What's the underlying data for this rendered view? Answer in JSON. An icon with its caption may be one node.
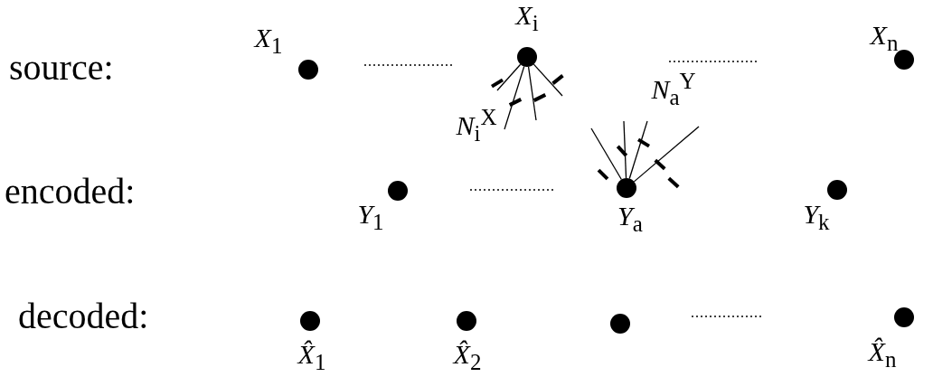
{
  "diagram": {
    "nodes": [
      {
        "text": [],
        "shape": "circle",
        "beside": [
          "*X*$_{1}$"
        ]
      },
      {
        "text": [],
        "shape": "circle",
        "beside": [
          "*X*$_{i}$"
        ]
      },
      {
        "text": [],
        "shape": "circle",
        "beside": [
          "*X*$_{n}$"
        ]
      },
      {
        "text": [],
        "shape": "circle",
        "beside": [
          "*Y*$_{1}$"
        ]
      },
      {
        "text": [],
        "shape": "circle",
        "beside": [
          "*Y*$_{a}$"
        ]
      },
      {
        "text": [],
        "shape": "circle",
        "beside": [
          "*Y*$_{k}$"
        ]
      },
      {
        "text": [],
        "shape": "circle",
        "beside": [
          "*X̂*$_{1}$"
        ]
      },
      {
        "text": [],
        "shape": "circle",
        "beside": [
          "*X̂*$_{2}$"
        ]
      },
      {
        "text": [],
        "shape": "circle"
      },
      {
        "text": [],
        "shape": "circle",
        "beside": [
          "*X̂*$_{n}$"
        ]
      }
    ],
    "edges": [
      {
        "from": 1,
        "to": null,
        "arrow": "none"
      },
      {
        "from": 1,
        "to": null,
        "arrow": "none"
      },
      {
        "from": 1,
        "to": null,
        "arrow": "none"
      },
      {
        "from": 1,
        "to": null,
        "arrow": "none"
      },
      {
        "from": 4,
        "to": null,
        "arrow": "none"
      },
      {
        "from": 4,
        "to": null,
        "arrow": "none"
      },
      {
        "from": 4,
        "to": null,
        "arrow": "none"
      },
      {
        "from": 4,
        "to": null,
        "arrow": "none"
      }
    ],
    "labels": [
      "source:",
      "encoded:",
      "decoded:",
      "*N*$_{i}$$^{X}$",
      "*N*$_{a}$$^{Y}$"
    ]
  }
}
